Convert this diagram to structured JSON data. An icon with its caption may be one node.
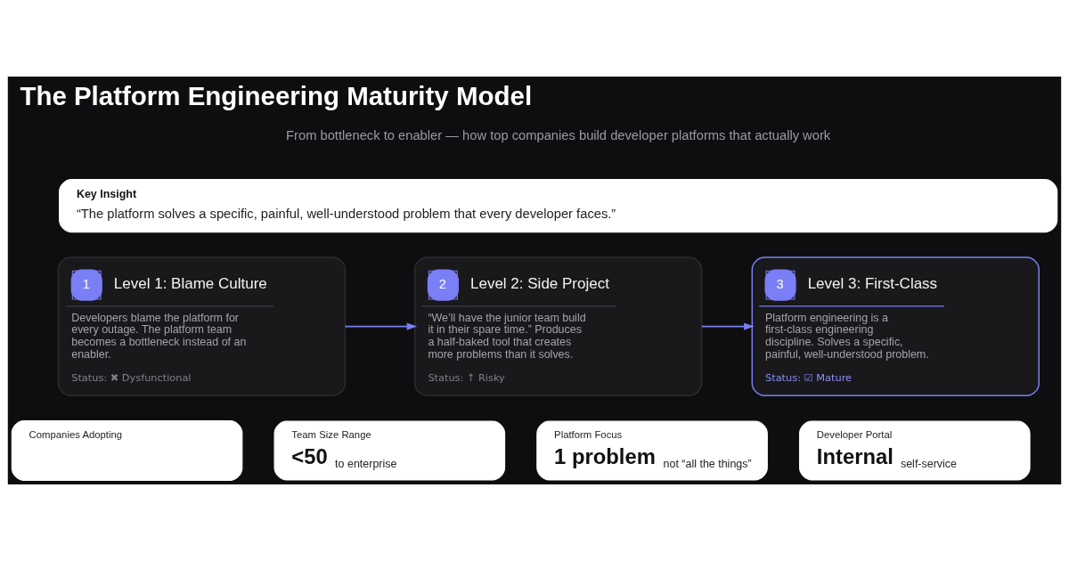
{
  "diagram": {
    "title": "The Platform Engineering Maturity Model",
    "nodes": [
      {
        "text": [
          "Key Insight",
          "“The platform solves a specific, painful, well-understood problem that every developer faces.”"
        ]
      },
      {
        "text": [
          "1",
          "Level 1: Blame Culture",
          "Developers blame the platform for every outage. The platform team becomes a bottleneck instead of an enabler.",
          "Status: ✖ Dysfunctional"
        ]
      },
      {
        "text": [
          "2",
          "Level 2: Side Project",
          "“We’ll have the junior team build it in their spare time.” Produces a half-baked tool that creates more problems than it solves.",
          "Status: ↑ Risky"
        ]
      },
      {
        "text": [
          "3",
          "Level 3: First-Class",
          "Platform engineering is a first-class engineering discipline. Solves a specific, painful, well-understood problem.",
          "Status: ☑ Mature"
        ]
      },
      {
        "text": [
          "Companies Adopting"
        ]
      },
      {
        "text": [
          "Team Size Range",
          "<50",
          "to enterprise"
        ]
      },
      {
        "text": [
          "Platform Focus",
          "1 problem",
          "not “all the things”"
        ]
      },
      {
        "text": [
          "Developer Portal",
          "Internal",
          "self-service"
        ]
      }
    ],
    "edges": [
      {
        "from": 1,
        "to": 2,
        "arrow": "to"
      },
      {
        "from": 2,
        "to": 3,
        "arrow": "to"
      }
    ],
    "labels": [
      "From bottleneck to enabler — how top companies build developer platforms that actually work"
    ]
  }
}
